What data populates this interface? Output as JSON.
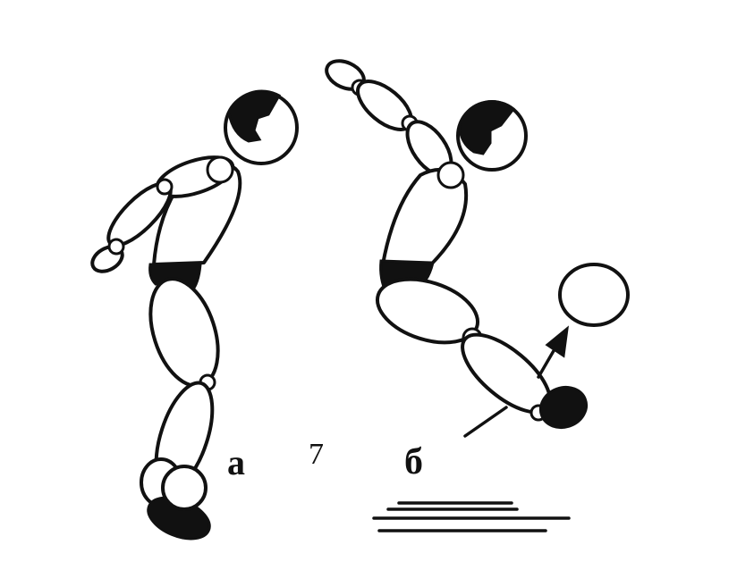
{
  "figure": {
    "figure_number": "7",
    "label_left": "а",
    "label_right": "б"
  },
  "colors": {
    "ink": "#111111",
    "background": "#ffffff"
  }
}
